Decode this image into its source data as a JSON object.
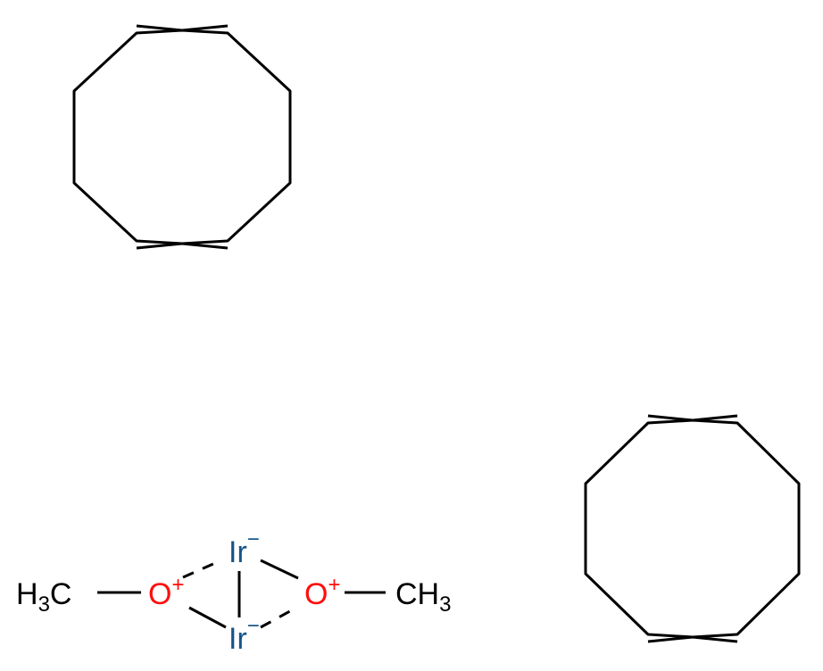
{
  "colors": {
    "bond": "#000000",
    "carbon_label": "#000000",
    "oxygen": "#ff0d0d",
    "iridium": "#175487"
  },
  "labels": {
    "methyl_left": {
      "main": "H",
      "sub": "3",
      "tail": "C"
    },
    "methyl_right": {
      "main": "CH",
      "sub": "3"
    },
    "oxygen_left": {
      "element": "O",
      "charge": "+"
    },
    "oxygen_right": {
      "element": "O",
      "charge": "+"
    },
    "iridium_top": {
      "element": "Ir",
      "charge": "−"
    },
    "iridium_bottom": {
      "element": "Ir",
      "charge": "−"
    }
  }
}
